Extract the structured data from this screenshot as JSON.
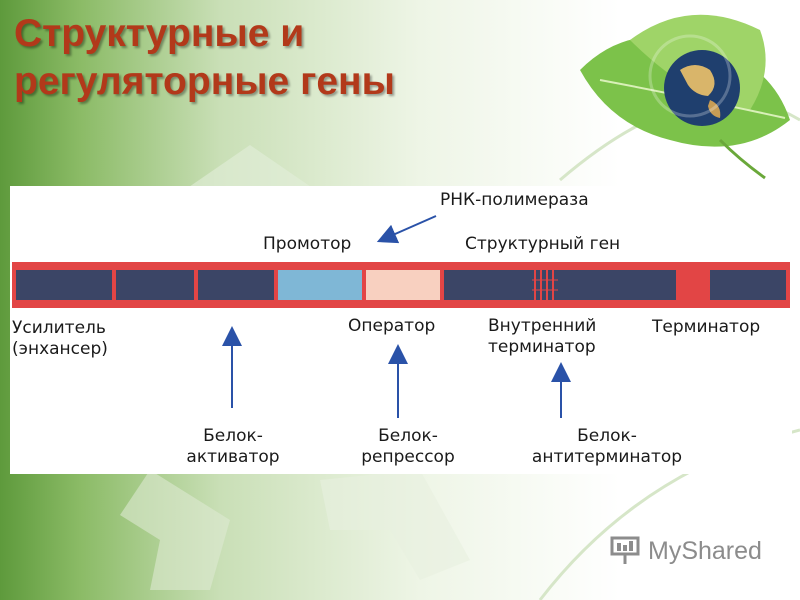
{
  "slide": {
    "title_line1": "Структурные и",
    "title_line2": "регуляторные гены"
  },
  "diagram": {
    "labels": {
      "rna_polymerase": "РНК-полимераза",
      "promoter": "Промотор",
      "structural_gene": "Структурный ген",
      "enhancer_1": "Усилитель",
      "enhancer_2": "(энхансер)",
      "operator": "Оператор",
      "internal_terminator_1": "Внутренний",
      "internal_terminator_2": "терминатор",
      "terminator": "Терминатор",
      "activator_1": "Белок-",
      "activator_2": "активатор",
      "repressor_1": "Белок-",
      "repressor_2": "репрессор",
      "antiterminator_1": "Белок-",
      "antiterminator_2": "антитерминатор"
    },
    "colors": {
      "strip_border": "#e24545",
      "dna_segment": "#3b4566",
      "promoter": "#7fb7d6",
      "operator": "#f8d0c0",
      "terminator": "#e24545",
      "arrow": "#2a52a8"
    }
  },
  "watermark": {
    "text": "MyShared"
  }
}
